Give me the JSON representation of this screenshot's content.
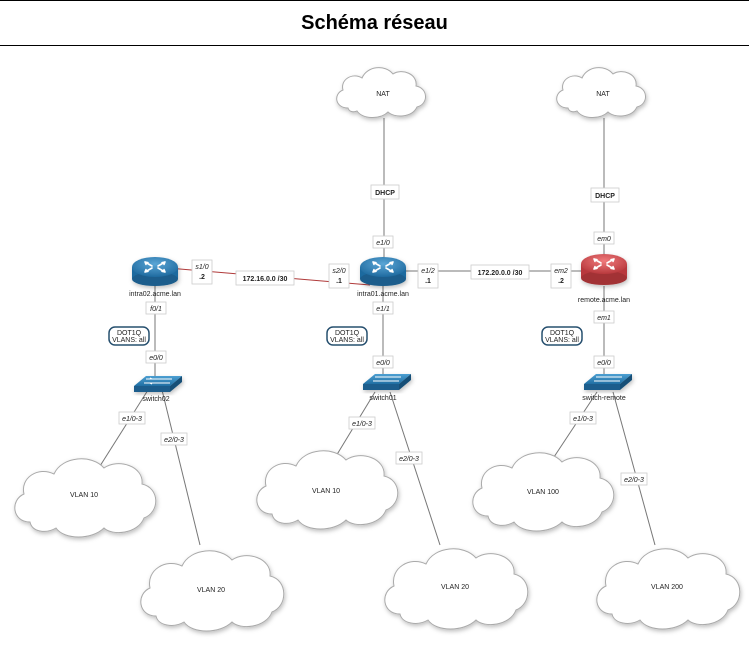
{
  "title": "Schéma réseau",
  "clouds": {
    "nat_left": "NAT",
    "nat_right": "NAT",
    "vlan10_left": "VLAN 10",
    "vlan20_left": "VLAN 20",
    "vlan10_mid": "VLAN 10",
    "vlan20_mid": "VLAN 20",
    "vlan100_right": "VLAN 100",
    "vlan200_right": "VLAN 200"
  },
  "devices": {
    "intra02": "intra02.acme.lan",
    "intra01": "intra01.acme.lan",
    "remote": "remote.acme.lan",
    "switch02": "switch02",
    "switch01": "switch01",
    "switch_remote": "switch-remote"
  },
  "dhcp": {
    "left": "DHCP",
    "right": "DHCP"
  },
  "subnets": {
    "s1": "172.16.0.0 /30",
    "s2": "172.20.0.0 /30"
  },
  "interfaces": {
    "intra02_s10": "s1/0",
    "intra02_s10_ip": ".2",
    "intra02_f01": "f0/1",
    "intra01_s20": "s2/0",
    "intra01_s20_ip": ".1",
    "intra01_e10": "e1/0",
    "intra01_e12": "e1/2",
    "intra01_e12_ip": ".1",
    "intra01_e11": "e1/1",
    "remote_em0": "em0",
    "remote_em2": "em2",
    "remote_em2_ip": ".2",
    "remote_em1": "em1",
    "sw02_e00": "e0/0",
    "sw02_e10_3": "e1/0-3",
    "sw02_e20_3": "e2/0-3",
    "sw01_e00": "e0/0",
    "sw01_e10_3": "e1/0-3",
    "sw01_e20_3": "e2/0-3",
    "swr_e00": "e0/0",
    "swr_e10_3": "e1/0-3",
    "swr_e20_3": "e2/0-3"
  },
  "trunks": {
    "left": {
      "line1": "DOT1Q",
      "line2": "VLANS: all"
    },
    "mid": {
      "line1": "DOT1Q",
      "line2": "VLANS: all"
    },
    "right": {
      "line1": "DOT1Q",
      "line2": "VLANS: all"
    }
  },
  "colors": {
    "router_blue": "#2f7fb8",
    "router_red": "#d8454a",
    "switch_blue": "#2f80b8",
    "serial_link": "#b03a3a",
    "link": "#777777",
    "cloud_fill": "#ffffff",
    "cloud_stroke": "#aaaaaa"
  },
  "icons": {
    "router": "router-icon",
    "switch": "switch-icon",
    "cloud": "cloud-icon"
  }
}
